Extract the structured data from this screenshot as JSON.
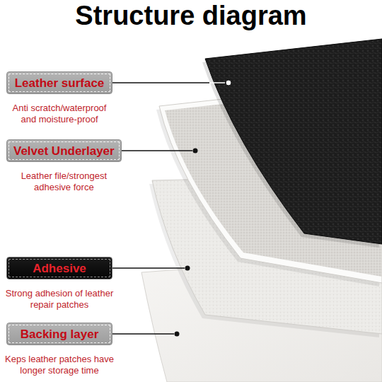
{
  "diagram": {
    "title": "Structure diagram",
    "nodes": [
      {
        "text": [
          "Leather surface",
          "Anti scratch/waterproof and moisture-proof"
        ]
      },
      {
        "text": [
          "Velvet Underlayer",
          "Leather file/strongest adhesive force"
        ]
      },
      {
        "text": [
          "Adhesive",
          "Strong adhesion of leather repair patches"
        ]
      },
      {
        "text": [
          "Backing layer",
          "Keps leather patches have longer storage time"
        ]
      }
    ]
  }
}
